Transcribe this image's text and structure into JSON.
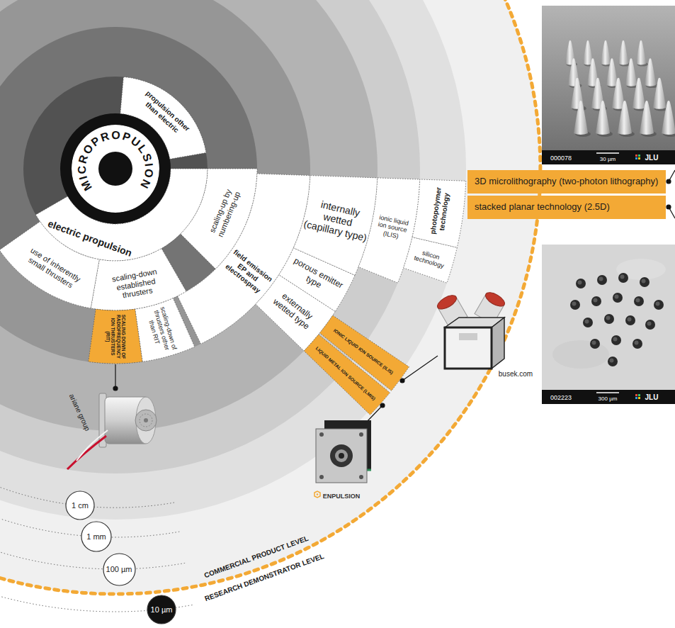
{
  "diagram": {
    "nodes": [
      {
        "text": [
          "MICROPROPULSION"
        ]
      },
      {
        "text": [
          "propulsion other than electric"
        ]
      },
      {
        "text": [
          "electric propulsion"
        ]
      },
      {
        "text": [
          "use of inherently small thrusters"
        ]
      },
      {
        "text": [
          "scaling-down established thrusters"
        ]
      },
      {
        "text": [
          "scaling-up by numbering-up"
        ]
      },
      {
        "text": [
          "SCALING DOWN OF RADIOFREQUENCY ION THRUSTERS (RIT)"
        ]
      },
      {
        "text": [
          "scaling-down of thrusters other than RIT"
        ]
      },
      {
        "text": [
          "field emission EP and electrospray"
        ]
      },
      {
        "text": [
          "internally wetted (capillary type)"
        ]
      },
      {
        "text": [
          "porous emitter type"
        ]
      },
      {
        "text": [
          "externally wetted type"
        ]
      },
      {
        "text": [
          "ionic liquid ion source (ILIS)"
        ]
      },
      {
        "text": [
          "IONIC LIQUID ION SOURCE (ILIS)"
        ]
      },
      {
        "text": [
          "LIQUID METAL ION SOURCE (LMIS)"
        ]
      },
      {
        "text": [
          "photopolymer technology"
        ]
      },
      {
        "text": [
          "silicon technology"
        ]
      },
      {
        "text": [
          "3D microlithography (two-photon lithography)"
        ]
      },
      {
        "text": [
          "stacked planar technology (2.5D)"
        ]
      },
      {
        "text": [
          "1 cm"
        ]
      },
      {
        "text": [
          "1 mm"
        ]
      },
      {
        "text": [
          "100 µm"
        ]
      },
      {
        "text": [
          "10 µm"
        ]
      }
    ],
    "labels": [
      "ariane group",
      "busek.com",
      "ENPULSION",
      "COMMERCIAL PRODUCT LEVEL",
      "RESEARCH DEMONSTRATOR LEVEL",
      "000078",
      "30 µm",
      "JLU",
      "002223",
      "300 µm",
      "JLU"
    ]
  }
}
